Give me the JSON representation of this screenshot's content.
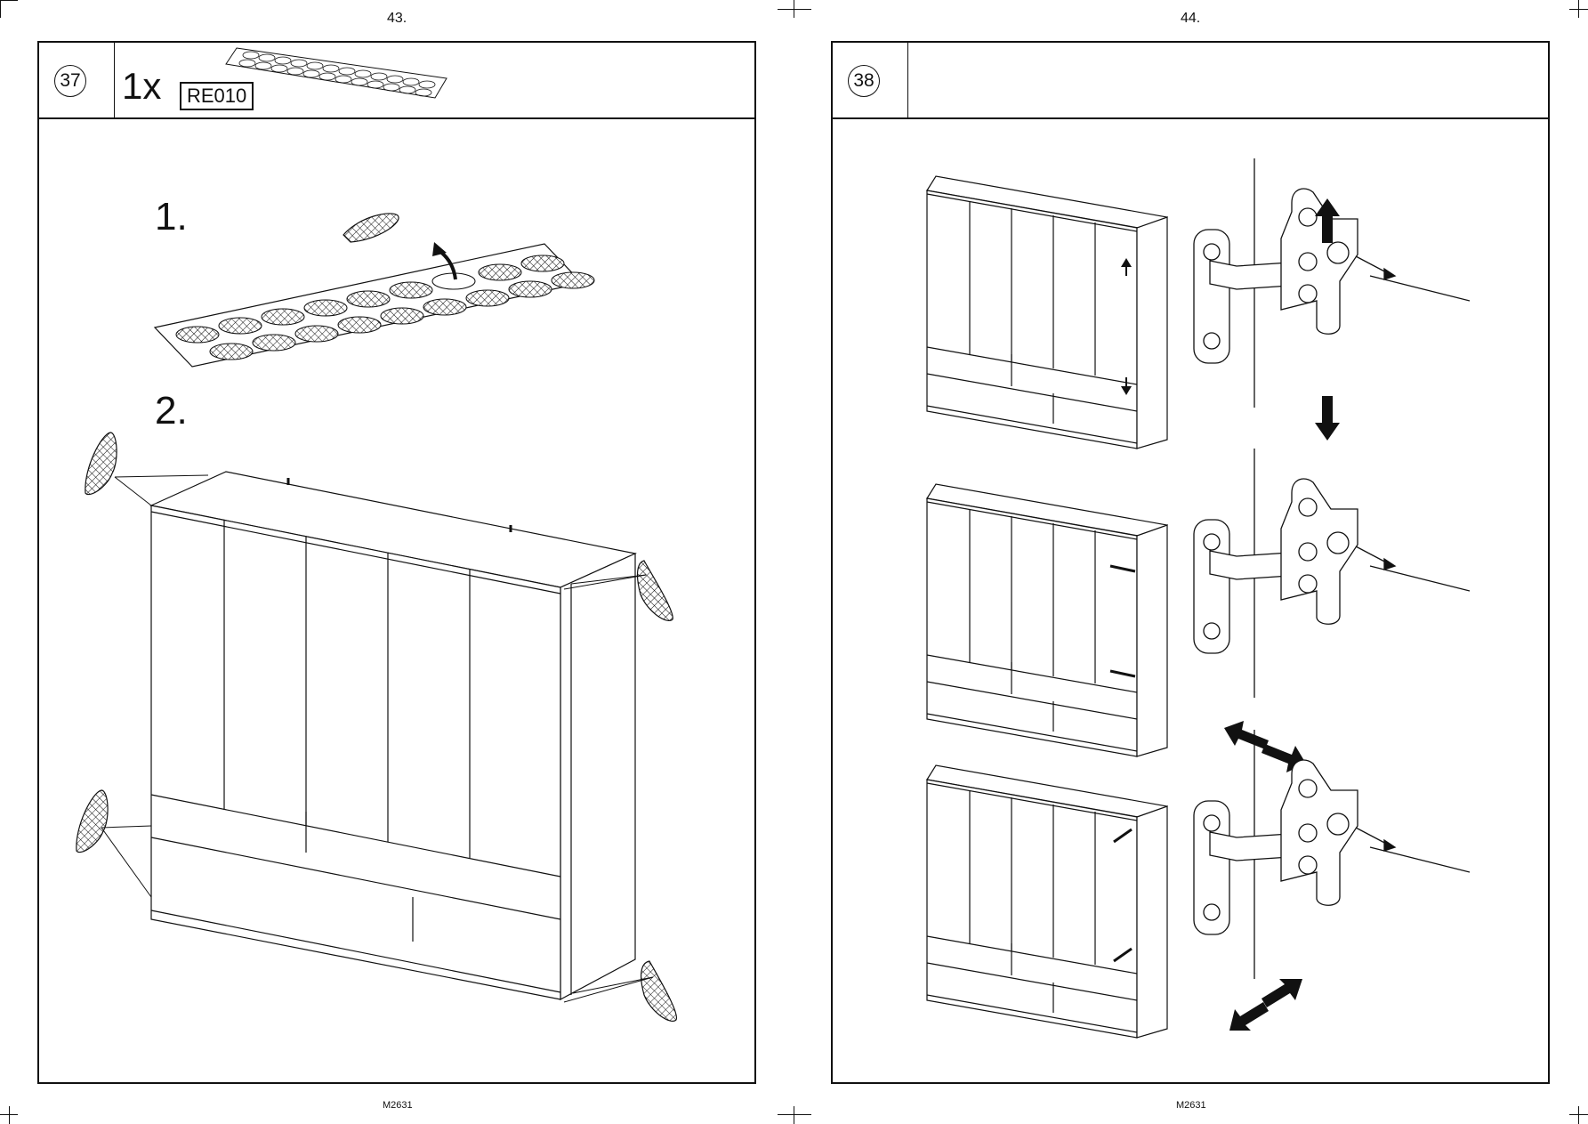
{
  "left_page": {
    "page_number": "43.",
    "step_number": "37",
    "quantity": "1x",
    "part_code": "RE010",
    "substeps": [
      "1.",
      "2."
    ],
    "footer": "M2631"
  },
  "right_page": {
    "page_number": "44.",
    "step_number": "38",
    "footer": "M2631"
  }
}
